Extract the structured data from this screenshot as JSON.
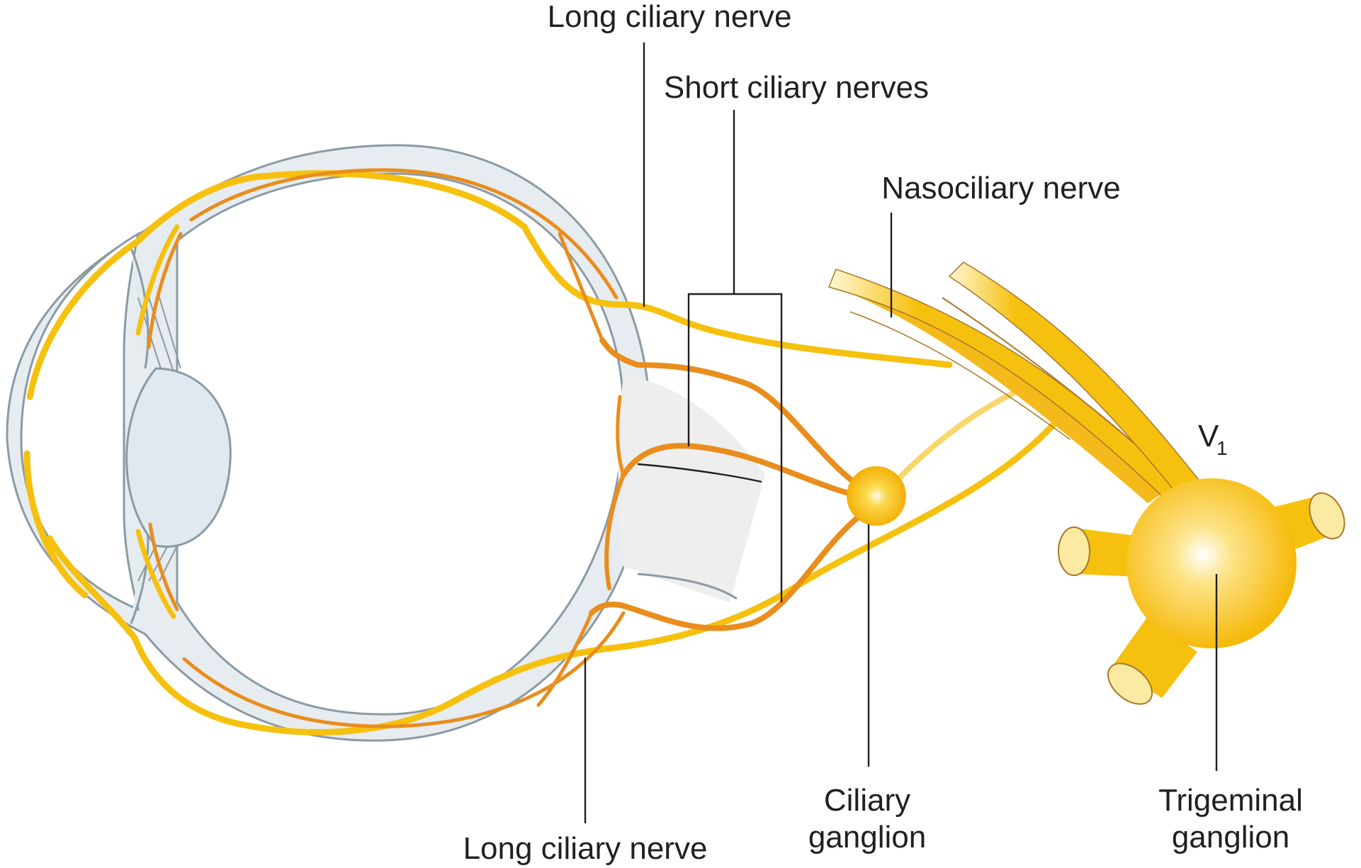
{
  "diagram": {
    "labels": {
      "long_ciliary_top": "Long ciliary nerve",
      "short_ciliary": "Short ciliary nerves",
      "nasociliary": "Nasociliary nerve",
      "v1_main": "V",
      "v1_sub": "1",
      "long_ciliary_bottom": "Long ciliary nerve",
      "ciliary_ganglion_line1": "Ciliary",
      "ciliary_ganglion_line2": "ganglion",
      "trigeminal_line1": "Trigeminal",
      "trigeminal_line2": "ganglion"
    },
    "colors": {
      "nerve_yellow": "#f6c10e",
      "nerve_orange": "#e98d1c",
      "eye_outline": "#8a9aa4",
      "sclera_fill": "#e4ebee",
      "lens_fill": "#dfe9ef",
      "ganglion_fill": "#f7b80a",
      "background_frame": "#000000",
      "canvas": "#ffffff"
    }
  }
}
